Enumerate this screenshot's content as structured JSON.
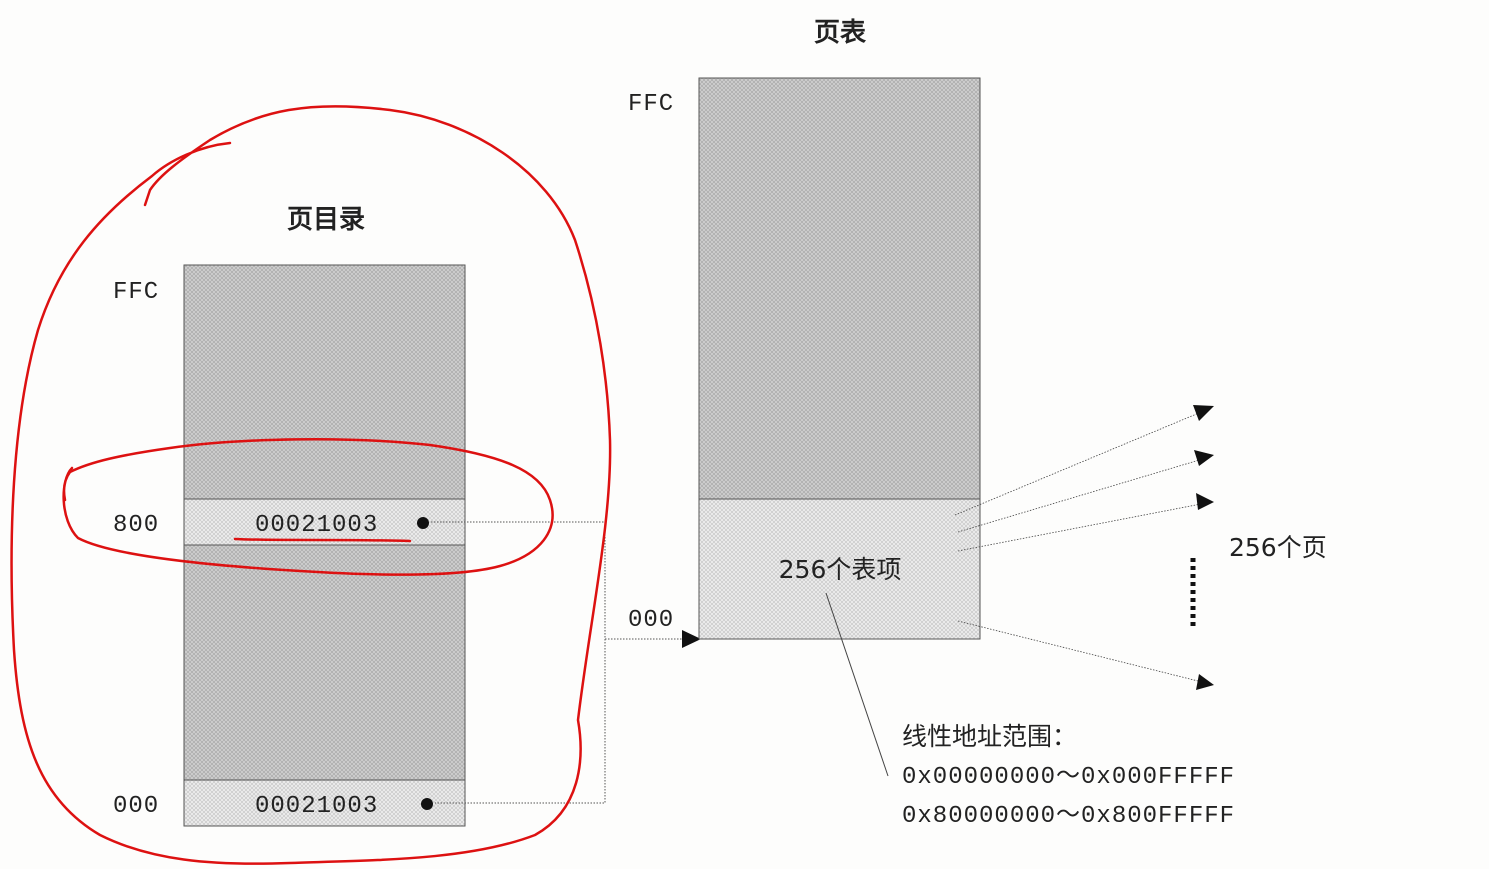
{
  "page_directory": {
    "title": "页目录",
    "labels": {
      "top": "FFC",
      "middle": "800",
      "bottom": "000"
    },
    "entries": [
      {
        "value": "00021003"
      },
      {
        "value": "00021003"
      }
    ]
  },
  "page_table": {
    "title": "页表",
    "labels": {
      "top": "FFC",
      "bottom": "000"
    },
    "region_label": "256个表项"
  },
  "pages_label": "256个页",
  "range": {
    "title": "线性地址范围：",
    "line1": "0x00000000～0x000FFFFF",
    "line2": "0x80000000～0x800FFFFF"
  },
  "colors": {
    "box_fill": "#cfcfcf",
    "entry_fill": "#e8e8e8",
    "annotation": "#dd1111",
    "line": "#444444"
  }
}
